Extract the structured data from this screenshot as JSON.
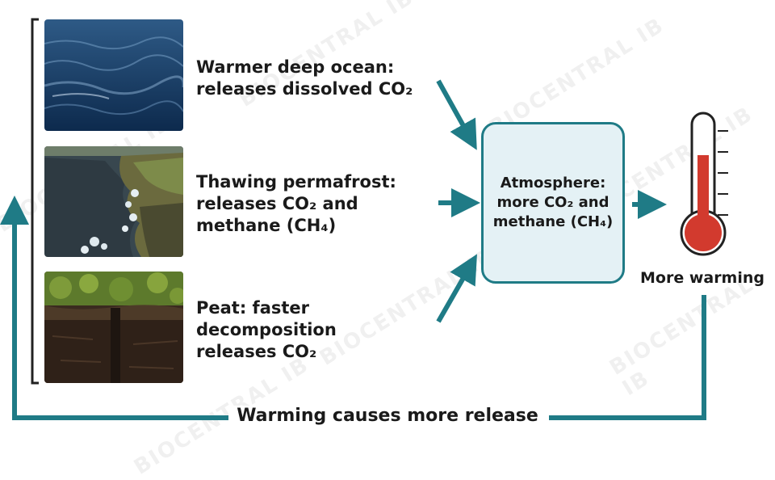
{
  "sources": [
    {
      "label": "Warmer deep ocean:\nreleases dissolved CO₂",
      "image": "ocean-photo"
    },
    {
      "label": "Thawing permafrost:\nreleases CO₂ and\nmethane (CH₄)",
      "image": "permafrost-photo"
    },
    {
      "label": "Peat: faster\ndecomposition\nreleases CO₂",
      "image": "peat-photo"
    }
  ],
  "atmosphere": {
    "label": "Atmosphere:\nmore CO₂ and\nmethane (CH₄)"
  },
  "result": {
    "label": "More warming",
    "icon": "thermometer-icon"
  },
  "feedback": {
    "label": "Warming causes more release"
  },
  "watermark": "BIOCENTRAL IB",
  "colors": {
    "accent": "#1f7b86",
    "box_fill": "#e4f1f5",
    "thermo_red": "#d23a2e"
  }
}
